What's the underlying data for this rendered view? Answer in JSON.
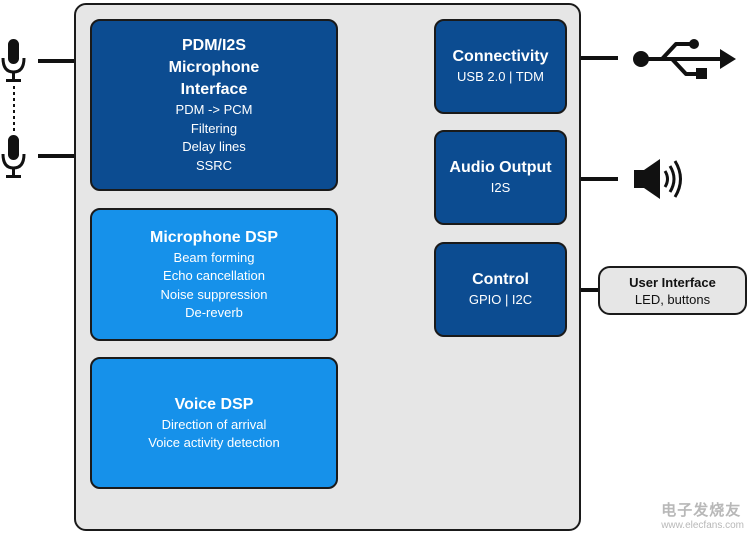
{
  "blocks": {
    "pdm": {
      "title": "PDM/I2S Microphone Interface",
      "items": [
        "PDM -> PCM",
        "Filtering",
        "Delay lines",
        "SSRC"
      ]
    },
    "mic_dsp": {
      "title": "Microphone DSP",
      "items": [
        "Beam forming",
        "Echo cancellation",
        "Noise suppression",
        "De-reverb"
      ]
    },
    "voice_dsp": {
      "title": "Voice DSP",
      "items": [
        "Direction of arrival",
        "Voice activity detection"
      ]
    },
    "connectivity": {
      "title": "Connectivity",
      "sub": "USB 2.0 | TDM"
    },
    "audio_output": {
      "title": "Audio Output",
      "sub": "I2S"
    },
    "control": {
      "title": "Control",
      "sub": "GPIO | I2C"
    }
  },
  "user_interface": {
    "title": "User Interface",
    "sub": "LED, buttons"
  },
  "icons": [
    "microphone-icon",
    "usb-icon",
    "speaker-icon"
  ],
  "watermark": {
    "cn": "电子发烧友",
    "url": "www.elecfans.com"
  },
  "colors": {
    "dark_block": "#0c4c91",
    "light_block": "#1691ea",
    "chip_bg": "#e6e6e6"
  }
}
